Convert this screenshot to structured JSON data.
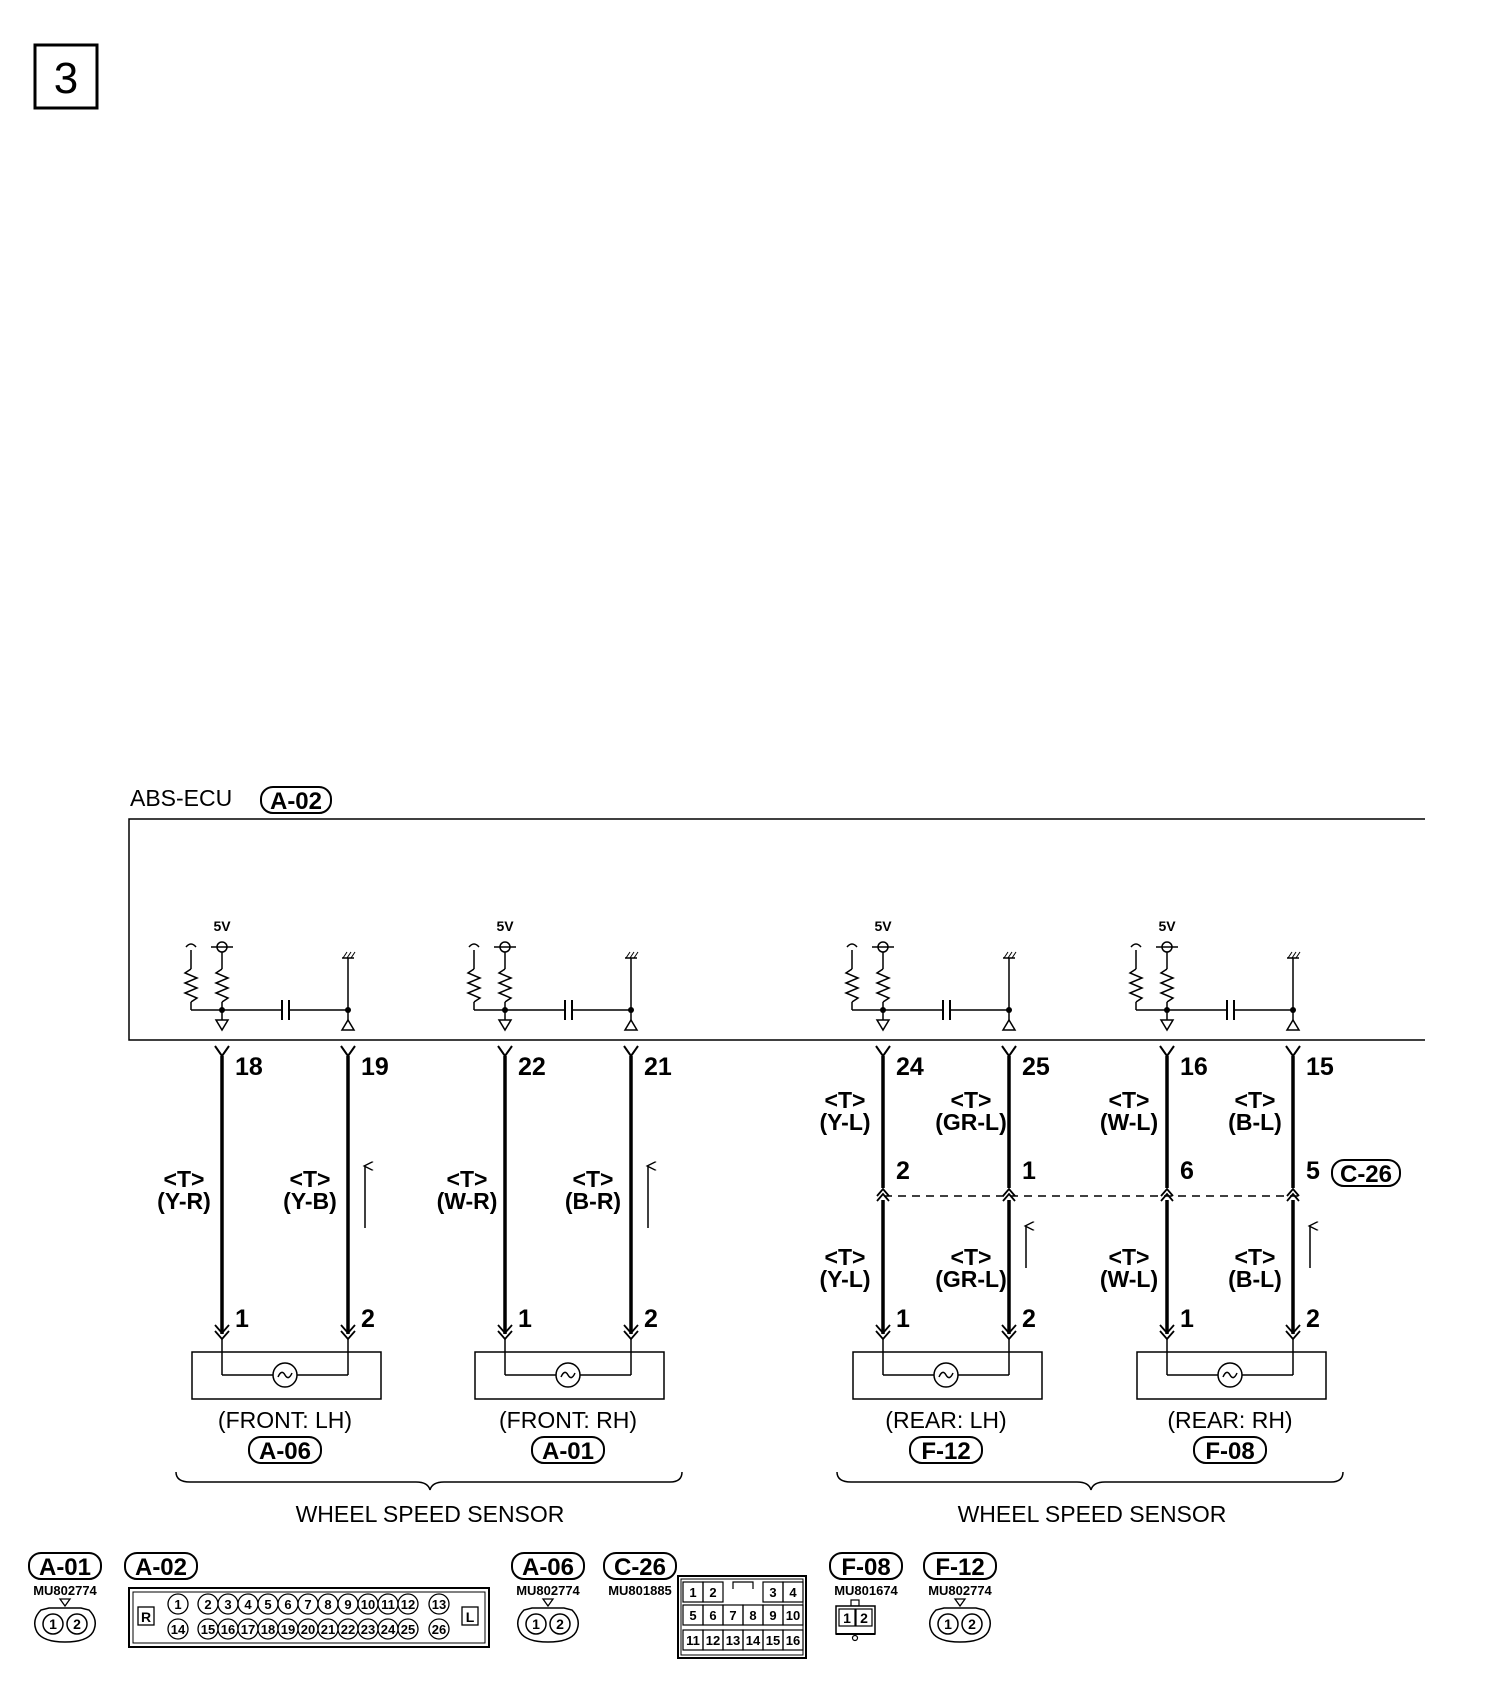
{
  "page_number": "3",
  "ecu": {
    "name": "ABS-ECU",
    "connector": "A-02"
  },
  "supply_voltage": "5V",
  "wire_tag": "<T>",
  "sensor_title": "WHEEL SPEED SENSOR",
  "junction_connector": "C-26",
  "channels": [
    {
      "ecu_pins": [
        "18",
        "19"
      ],
      "mid_pins": null,
      "wires_top": [
        "(Y-R)",
        "(Y-B)"
      ],
      "wires_bottom": null,
      "sensor_pins": [
        "1",
        "2"
      ],
      "position": "(FRONT: LH)",
      "connector": "A-06"
    },
    {
      "ecu_pins": [
        "22",
        "21"
      ],
      "mid_pins": null,
      "wires_top": [
        "(W-R)",
        "(B-R)"
      ],
      "wires_bottom": null,
      "sensor_pins": [
        "1",
        "2"
      ],
      "position": "(FRONT: RH)",
      "connector": "A-01"
    },
    {
      "ecu_pins": [
        "24",
        "25"
      ],
      "mid_pins": [
        "2",
        "1"
      ],
      "wires_top": [
        "(Y-L)",
        "(GR-L)"
      ],
      "wires_bottom": [
        "(Y-L)",
        "(GR-L)"
      ],
      "sensor_pins": [
        "1",
        "2"
      ],
      "position": "(REAR: LH)",
      "connector": "F-12"
    },
    {
      "ecu_pins": [
        "16",
        "15"
      ],
      "mid_pins": [
        "6",
        "5"
      ],
      "wires_top": [
        "(W-L)",
        "(B-L)"
      ],
      "wires_bottom": [
        "(W-L)",
        "(B-L)"
      ],
      "sensor_pins": [
        "1",
        "2"
      ],
      "position": "(REAR: RH)",
      "connector": "F-08"
    }
  ],
  "connector_views": [
    {
      "id": "A-01",
      "part": "MU802774",
      "pins": [
        "1",
        "2"
      ]
    },
    {
      "id": "A-02",
      "part": "",
      "left_mark": "R",
      "right_mark": "L",
      "row1": [
        "1",
        "2",
        "3",
        "4",
        "5",
        "6",
        "7",
        "8",
        "9",
        "10",
        "11",
        "12",
        "13"
      ],
      "row2": [
        "14",
        "15",
        "16",
        "17",
        "18",
        "19",
        "20",
        "21",
        "22",
        "23",
        "24",
        "25",
        "26"
      ]
    },
    {
      "id": "A-06",
      "part": "MU802774",
      "pins": [
        "1",
        "2"
      ]
    },
    {
      "id": "C-26",
      "part": "MU801885",
      "row1": [
        "1",
        "2",
        "3",
        "4"
      ],
      "row2": [
        "5",
        "6",
        "7",
        "8",
        "9",
        "10"
      ],
      "row3": [
        "11",
        "12",
        "13",
        "14",
        "15",
        "16"
      ]
    },
    {
      "id": "F-08",
      "part": "MU801674",
      "pins": [
        "1",
        "2"
      ]
    },
    {
      "id": "F-12",
      "part": "MU802774",
      "pins": [
        "1",
        "2"
      ]
    }
  ]
}
